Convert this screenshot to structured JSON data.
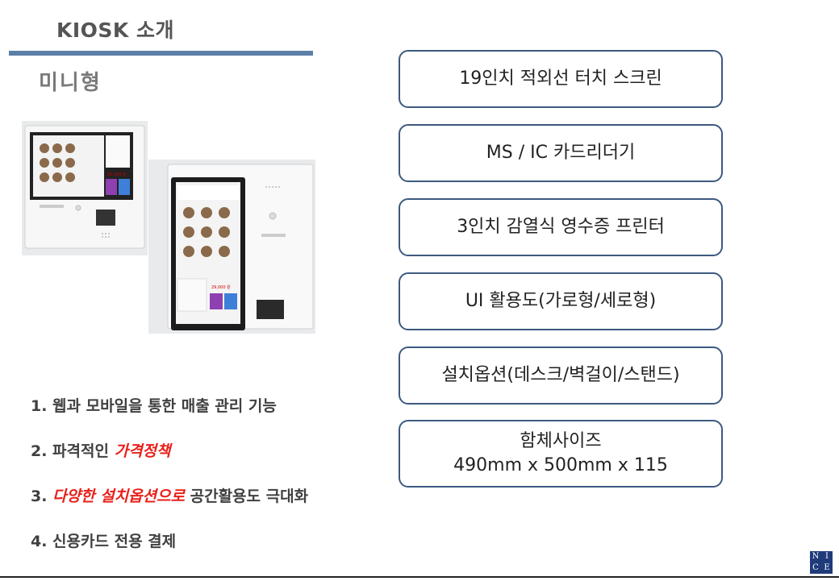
{
  "header": {
    "title": "KIOSK 소개",
    "subtitle": "미니형"
  },
  "features": [
    {
      "prefix": "1. 웹과 모바일을 통한 매출 관리 기능",
      "highlight": "",
      "suffix": ""
    },
    {
      "prefix": "2. 파격적인 ",
      "highlight": "가격정책",
      "suffix": ""
    },
    {
      "prefix": "3. ",
      "highlight": "다양한 설치옵션으로",
      "suffix": " 공간활용도 극대화"
    },
    {
      "prefix": "4. 신용카드 전용 결제",
      "highlight": "",
      "suffix": ""
    }
  ],
  "specs": [
    {
      "line1": "19인치 적외선 터치 스크린",
      "line2": ""
    },
    {
      "line1": "MS / IC 카드리더기",
      "line2": ""
    },
    {
      "line1": "3인치 감열식 영수증 프린터",
      "line2": ""
    },
    {
      "line1": "UI 활용도(가로형/세로형)",
      "line2": ""
    },
    {
      "line1": "설치옵션(데스크/벽걸이/스탠드)",
      "line2": ""
    },
    {
      "line1": "함체사이즈",
      "line2": "490mm x 500mm x 115"
    }
  ],
  "kiosk_screens": {
    "landscape_price": "29,000 원",
    "portrait_price": "29,000 원"
  },
  "logo": {
    "letters": [
      "N",
      "I",
      "C",
      "E"
    ]
  },
  "colors": {
    "accent_bar": "#5b7fa8",
    "box_border": "#3d5a80",
    "highlight": "#e8201a",
    "logo_bg": "#1f3b7a"
  }
}
